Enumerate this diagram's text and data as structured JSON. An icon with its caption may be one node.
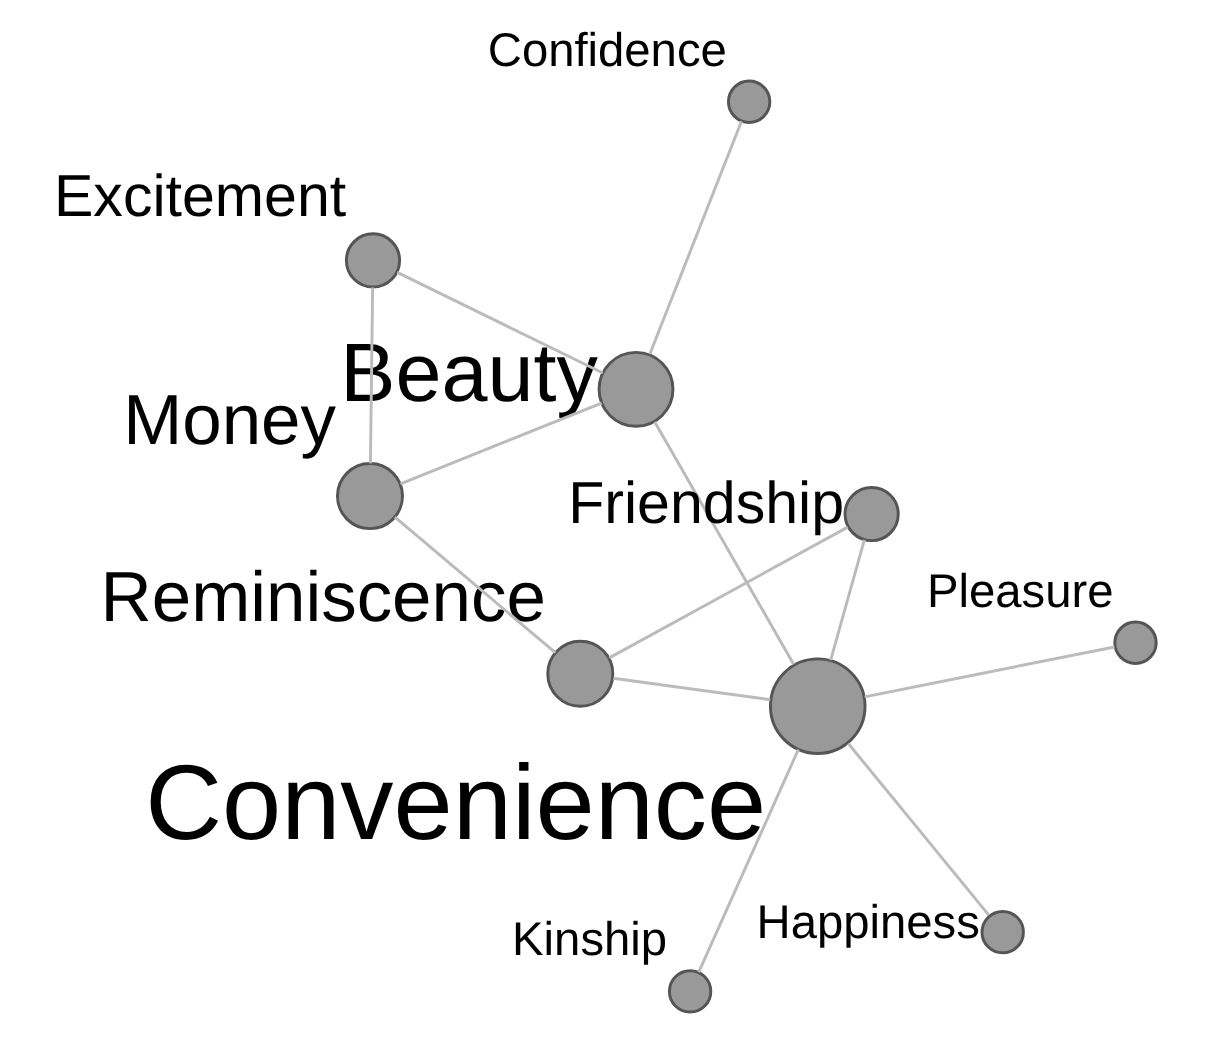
{
  "diagram": {
    "nodes": [
      {
        "text": [
          "Excitement"
        ]
      },
      {
        "text": [
          "Beauty"
        ]
      },
      {
        "text": [
          "Money"
        ]
      },
      {
        "text": [
          "Reminiscence"
        ]
      },
      {
        "text": [
          "Confidence"
        ]
      },
      {
        "text": [
          "Friendship"
        ]
      },
      {
        "text": [
          "Convenience"
        ]
      },
      {
        "text": [
          "Pleasure"
        ]
      },
      {
        "text": [
          "Happiness"
        ]
      },
      {
        "text": [
          "Kinship"
        ]
      }
    ],
    "edges": [
      {
        "from": 0,
        "to": 2,
        "arrow": "none"
      },
      {
        "from": 0,
        "to": 1,
        "arrow": "none"
      },
      {
        "from": 2,
        "to": 1,
        "arrow": "none"
      },
      {
        "from": 2,
        "to": 3,
        "arrow": "none"
      },
      {
        "from": 1,
        "to": 6,
        "arrow": "none"
      },
      {
        "from": 1,
        "to": 4,
        "arrow": "none"
      },
      {
        "from": 3,
        "to": 5,
        "arrow": "none"
      },
      {
        "from": 3,
        "to": 6,
        "arrow": "none"
      },
      {
        "from": 5,
        "to": 6,
        "arrow": "none"
      },
      {
        "from": 6,
        "to": 7,
        "arrow": "none"
      },
      {
        "from": 6,
        "to": 8,
        "arrow": "none"
      },
      {
        "from": 6,
        "to": 9,
        "arrow": "none"
      }
    ]
  }
}
